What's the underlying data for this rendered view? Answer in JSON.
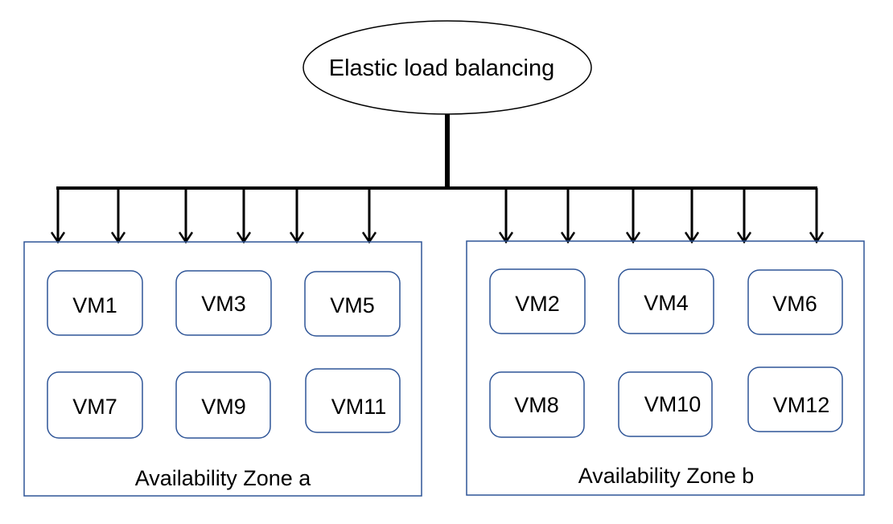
{
  "load_balancer": {
    "label": "Elastic load balancing"
  },
  "zones": [
    {
      "label": "Availability Zone a",
      "vms": [
        "VM1",
        "VM3",
        "VM5",
        "VM7",
        "VM9",
        "VM11"
      ]
    },
    {
      "label": "Availability Zone b",
      "vms": [
        "VM2",
        "VM4",
        "VM6",
        "VM8",
        "VM10",
        "VM12"
      ]
    }
  ],
  "colors": {
    "box_border": "#2f5597",
    "line": "#000000",
    "text": "#000000"
  }
}
